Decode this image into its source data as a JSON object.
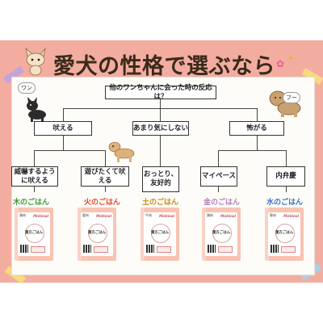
{
  "title": "愛犬の性格で選ぶなら",
  "root": {
    "label": "他のワンちゃんに会った時の反応は？"
  },
  "level1": [
    {
      "label": "吠える"
    },
    {
      "label": "あまり気にしない"
    },
    {
      "label": "怖がる"
    }
  ],
  "level2": [
    {
      "label": "威嚇するように吠える"
    },
    {
      "label": "遊びたくて吠える"
    },
    {
      "label": "おっとり、友好的"
    },
    {
      "label": "マイペース"
    },
    {
      "label": "内弁慶"
    }
  ],
  "results": [
    {
      "label": "木のごはん",
      "color": "#3f9a3a",
      "pkg_tag": "鶏肉"
    },
    {
      "label": "火のごはん",
      "color": "#e04a2e",
      "pkg_tag": "鹿肉"
    },
    {
      "label": "土のごはん",
      "color": "#c98a1f",
      "pkg_tag": "牛肉"
    },
    {
      "label": "金のごはん",
      "color": "#b57fb8",
      "pkg_tag": "鶏肉"
    },
    {
      "label": "水のごはん",
      "color": "#3a6fc4",
      "pkg_tag": "豚肉"
    }
  ],
  "package": {
    "brand": "Mishinal",
    "name": "漢方ごはん"
  },
  "bubbles": {
    "left": "ワン",
    "right": "フー"
  },
  "colors": {
    "frame": "#f3ada0",
    "paper": "#fdfcf8",
    "line": "#444444"
  }
}
